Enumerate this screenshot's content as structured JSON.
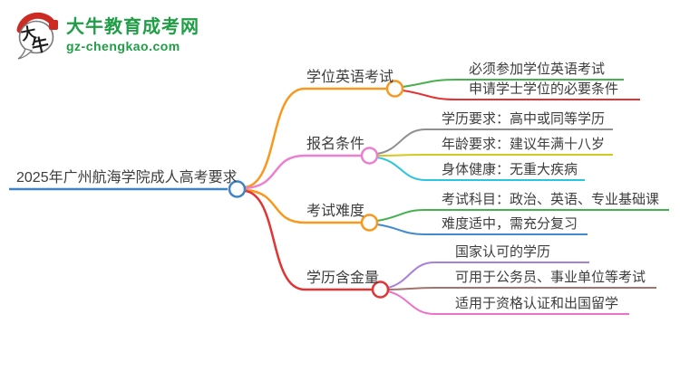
{
  "logo": {
    "title": "大牛教育成考网",
    "domain": "gz-chengkao.com",
    "mark_char_1": "大",
    "mark_char_2": "牛",
    "brand_color": "#1f9e45",
    "seal_color": "#cb2b23"
  },
  "mindmap": {
    "text_color": "#3d3d3d",
    "root": {
      "label": "2025年广州航海学院成人高考要求",
      "color": "#3e83c5"
    },
    "branches": [
      {
        "label": "学位英语考试",
        "color": "#f8981d",
        "children": [
          {
            "label": "必须参加学位英语考试",
            "color": "#46b14e"
          },
          {
            "label": "申请学士学位的必要条件",
            "color": "#e23434"
          }
        ]
      },
      {
        "label": "报名条件",
        "color": "#ec7fd0",
        "children": [
          {
            "label": "学历要求：高中或同等学历",
            "color": "#8f8f8f"
          },
          {
            "label": "年龄要求：建议年满十八岁",
            "color": "#d2ca22"
          },
          {
            "label": "身体健康：无重大疾病",
            "color": "#2ac6dd"
          }
        ]
      },
      {
        "label": "考试难度",
        "color": "#f8981d",
        "children": [
          {
            "label": "考试科目：政治、英语、专业基础课",
            "color": "#46b14e"
          },
          {
            "label": "难度适中，需充分复习",
            "color": "#4389cd"
          }
        ]
      },
      {
        "label": "学历含金量",
        "color": "#e23434",
        "children": [
          {
            "label": "国家认可的学历",
            "color": "#a87fd9"
          },
          {
            "label": "可用于公务员、事业单位等考试",
            "color": "#a3736c"
          },
          {
            "label": "适用于资格认证和出国留学",
            "color": "#ef70c8"
          }
        ]
      }
    ]
  }
}
